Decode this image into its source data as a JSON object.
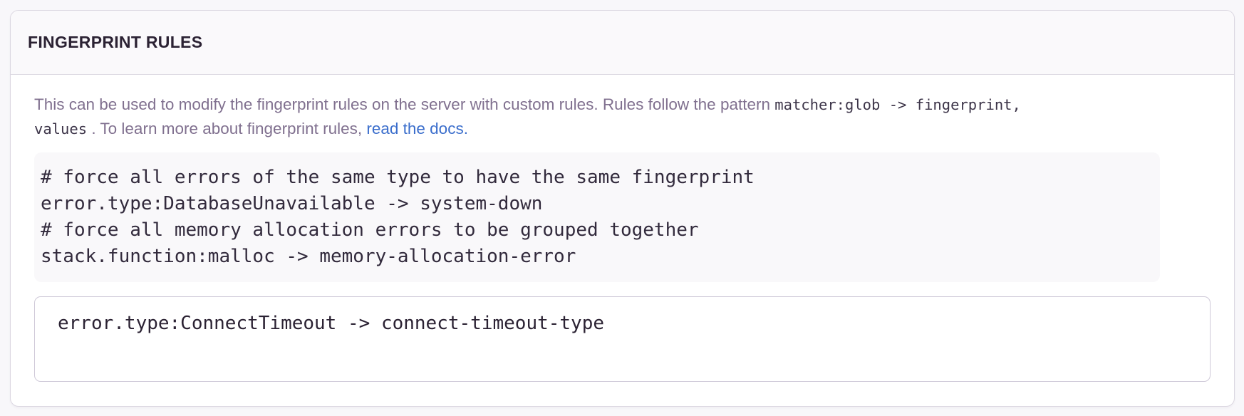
{
  "panel": {
    "title": "FINGERPRINT RULES",
    "description": {
      "text_before_pattern": "This can be used to modify the fingerprint rules on the server with custom rules. Rules follow the pattern ",
      "pattern_code_line1": "matcher:glob -> fingerprint,",
      "pattern_code_line2": "values",
      "text_after_pattern": " . To learn more about fingerprint rules, ",
      "link_label": "read the docs."
    },
    "example_block": {
      "lines": [
        "# force all errors of the same type to have the same fingerprint",
        "error.type:DatabaseUnavailable -> system-down",
        "# force all memory allocation errors to be grouped together",
        "stack.function:malloc -> memory-allocation-error"
      ]
    },
    "rules_input": {
      "value": "error.type:ConnectTimeout -> connect-timeout-type"
    }
  },
  "colors": {
    "page_background": "#f8f7fa",
    "panel_background": "#ffffff",
    "header_background": "#faf9fb",
    "panel_border": "#dbd7e1",
    "title_text": "#2b2233",
    "body_text": "#80708f",
    "code_text": "#322a3c",
    "link": "#3b6ecc",
    "example_block_background": "#f9f8fa",
    "textarea_border": "#cfc9d8"
  }
}
